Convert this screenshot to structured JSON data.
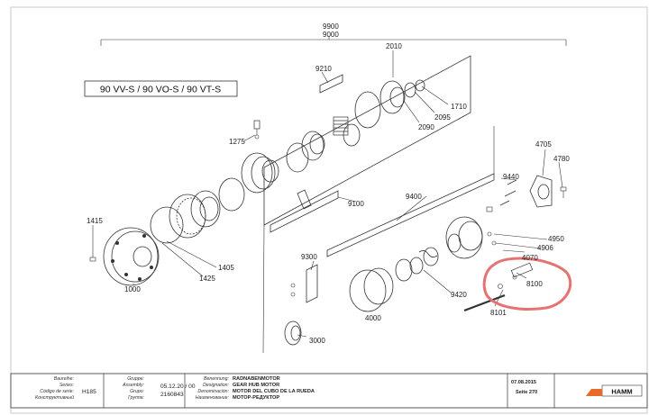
{
  "variant_label": "90 VV-S / 90 VO-S / 90 VT-S",
  "parts": [
    {
      "id": "9900"
    },
    {
      "id": "9000"
    },
    {
      "id": "2010"
    },
    {
      "id": "9210"
    },
    {
      "id": "1710"
    },
    {
      "id": "2095"
    },
    {
      "id": "2090"
    },
    {
      "id": "1275"
    },
    {
      "id": "4705"
    },
    {
      "id": "4780"
    },
    {
      "id": "9440"
    },
    {
      "id": "9400"
    },
    {
      "id": "9100"
    },
    {
      "id": "1415"
    },
    {
      "id": "4950"
    },
    {
      "id": "4906"
    },
    {
      "id": "4070"
    },
    {
      "id": "8100"
    },
    {
      "id": "1405"
    },
    {
      "id": "1425"
    },
    {
      "id": "1000"
    },
    {
      "id": "9300"
    },
    {
      "id": "9420"
    },
    {
      "id": "8101"
    },
    {
      "id": "4000"
    },
    {
      "id": "3000"
    }
  ],
  "highlighted_part": "8100",
  "highlight_color": "#e57373",
  "title_block": {
    "baureihe_labels": [
      "Baureihe:",
      "Series:",
      "Código de serie:",
      "Конструктивный"
    ],
    "series_value": "H185",
    "gruppe_labels": [
      "Gruppe:",
      "Assembly:",
      "Grupo:",
      "Группа:"
    ],
    "assembly_value": "05.12.20 / 00",
    "group_value": "2160843",
    "benennung_labels": [
      "Benennung:",
      "Designation:",
      "Denominación:",
      "Наименование:"
    ],
    "designations": [
      "RADNABENMOTOR",
      "GEAR HUB MOTOR",
      "MOTOR DEL CUBO DE LA RUEDA",
      "МОТОР-РЕДУКТОР"
    ],
    "date": "07.08.2015",
    "page": "Seite 270",
    "brand": "HAMM"
  }
}
